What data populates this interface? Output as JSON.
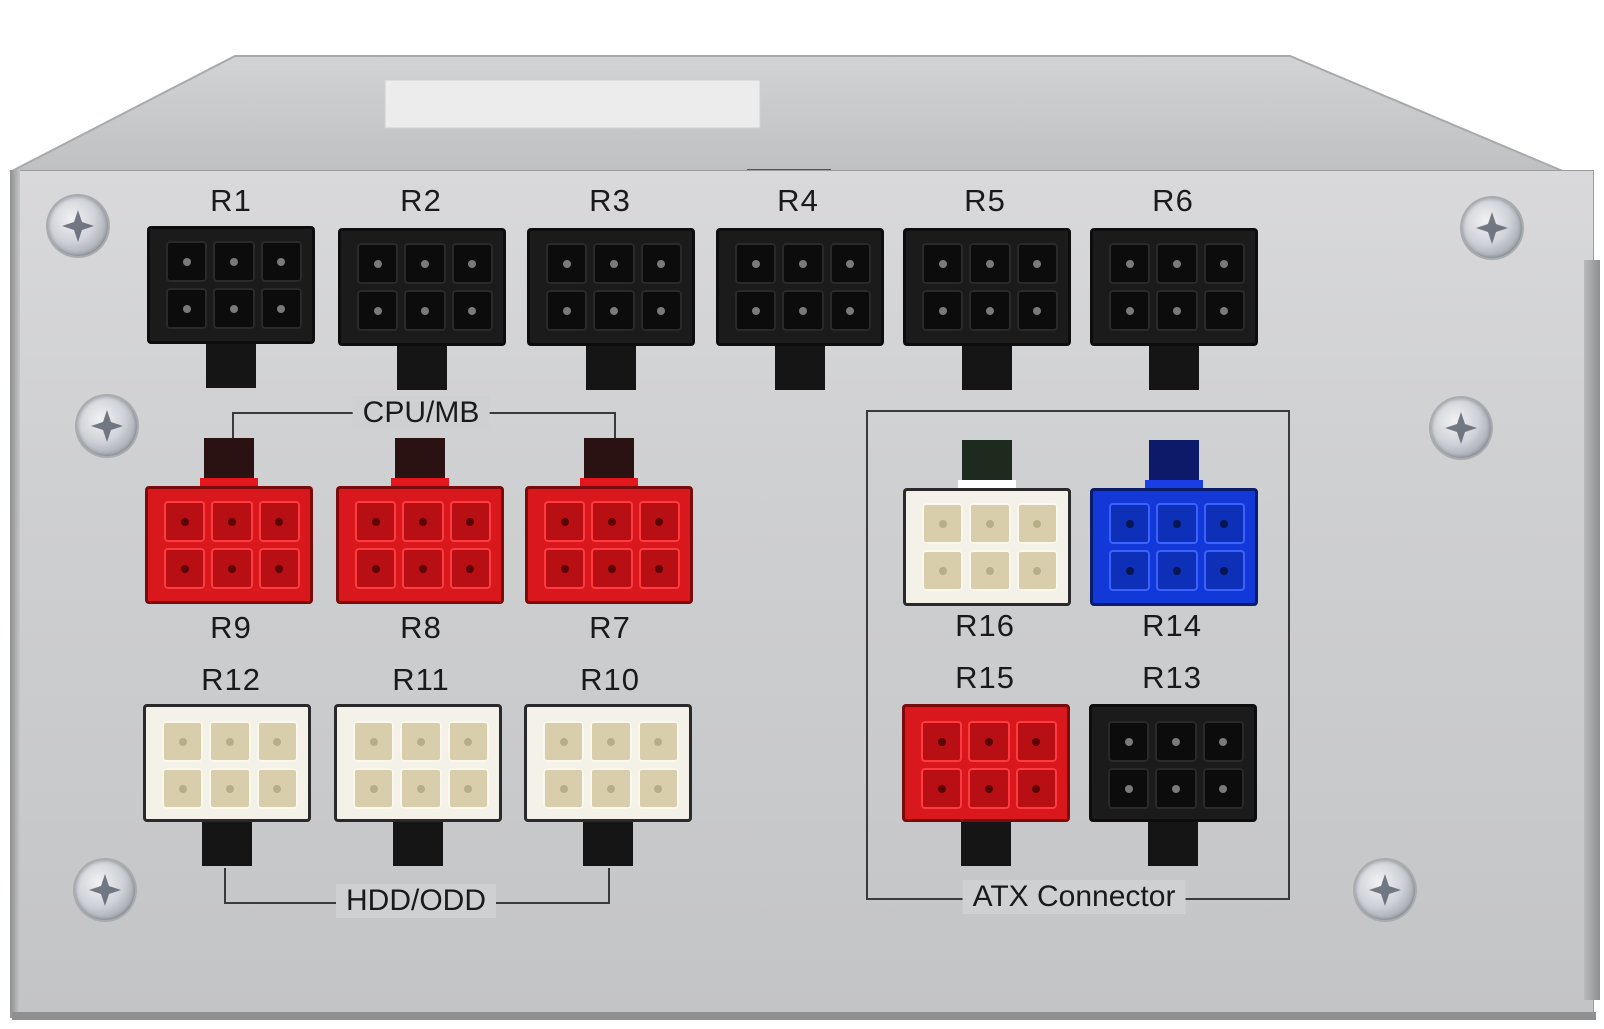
{
  "scene": {
    "subject": "psu-modular-connector-panel",
    "panel_color": "#cfd0d2"
  },
  "connectors": {
    "top_row": [
      "R1",
      "R2",
      "R3",
      "R4",
      "R5",
      "R6"
    ],
    "cpu_mb_row": [
      "R9",
      "R8",
      "R7"
    ],
    "hdd_row": [
      "R12",
      "R11",
      "R10"
    ],
    "atx_upper": [
      "R16",
      "R14"
    ],
    "atx_lower": [
      "R15",
      "R13"
    ]
  },
  "groups": {
    "cpu_mb": "CPU/MB",
    "hdd_odd": "HDD/ODD",
    "atx": "ATX Connector"
  },
  "colors": {
    "black": "#1b1b1b",
    "red": "#d8181c",
    "white": "#f4f1e9",
    "blue": "#1238d8"
  }
}
